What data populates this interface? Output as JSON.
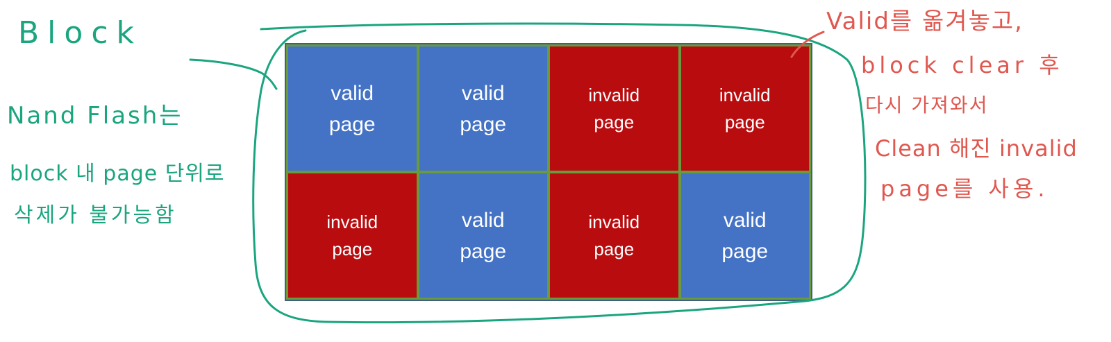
{
  "left_notes": {
    "block_title": "Block",
    "line1": "Nand Flash는",
    "line2": "block 내 page 단위로",
    "line3": "삭제가 불가능함"
  },
  "right_notes": {
    "line1": "Valid를 옮겨놓고,",
    "line2": "block clear 후",
    "line3": "다시 가져와서",
    "line4": "Clean 해진 invalid",
    "line5": "page를 사용."
  },
  "pages": [
    {
      "status": "valid",
      "line1": "valid",
      "line2": "page"
    },
    {
      "status": "valid",
      "line1": "valid",
      "line2": "page"
    },
    {
      "status": "invalid",
      "line1": "invalid",
      "line2": "page"
    },
    {
      "status": "invalid",
      "line1": "invalid",
      "line2": "page"
    },
    {
      "status": "invalid",
      "line1": "invalid",
      "line2": "page"
    },
    {
      "status": "valid",
      "line1": "valid",
      "line2": "page"
    },
    {
      "status": "invalid",
      "line1": "invalid",
      "line2": "page"
    },
    {
      "status": "valid",
      "line1": "valid",
      "line2": "page"
    }
  ],
  "colors": {
    "valid": "#4472c4",
    "invalid": "#b90c0f",
    "grid_line": "#6a9a3e",
    "green_ink": "#1aa57f",
    "red_ink": "#e0574f"
  }
}
